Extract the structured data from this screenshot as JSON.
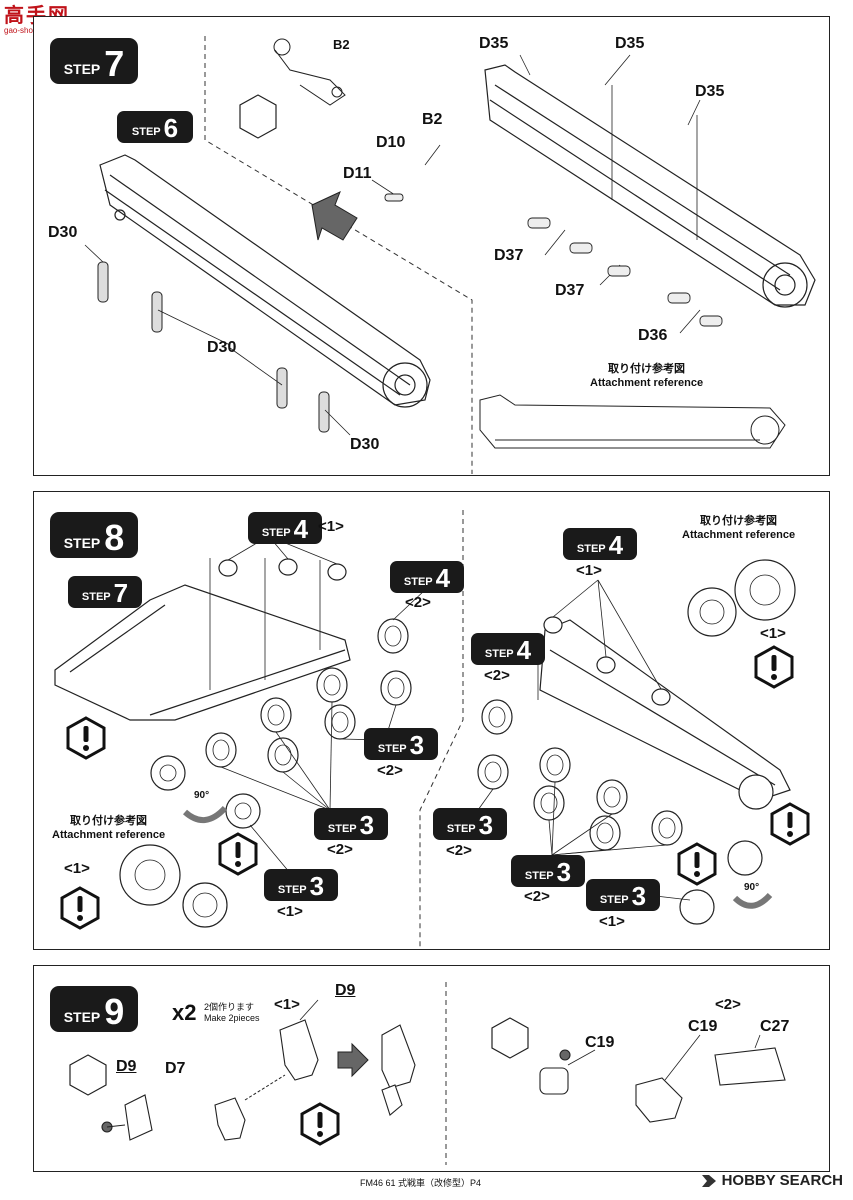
{
  "watermark": {
    "logo": "高手网",
    "url": "gao-shou.com"
  },
  "footer": {
    "text": "FM46 61 式戦車（改修型）P4",
    "brand": "HOBBY SEARCH"
  },
  "steps": {
    "step7": {
      "word": "STEP",
      "number": "7"
    },
    "step8": {
      "word": "STEP",
      "number": "8"
    },
    "step9": {
      "word": "STEP",
      "number": "9"
    }
  },
  "step7": {
    "ref_step": {
      "word": "STEP",
      "number": "6"
    },
    "labels": {
      "b2_top": "B2",
      "b2_mid": "B2",
      "d10": "D10",
      "d11": "D11",
      "d30_a": "D30",
      "d30_b": "D30",
      "d30_c": "D30",
      "d35_a": "D35",
      "d35_b": "D35",
      "d35_c": "D35",
      "d37_a": "D37",
      "d37_b": "D37",
      "d36": "D36"
    },
    "attachment": {
      "jp": "取り付け参考図",
      "en": "Attachment reference"
    }
  },
  "step8": {
    "ref_step7": {
      "word": "STEP",
      "number": "7"
    },
    "left": {
      "step4_top": {
        "word": "STEP",
        "number": "4",
        "bracket": "<1>"
      },
      "step4_right": {
        "word": "STEP",
        "number": "4",
        "bracket": "<2>"
      },
      "step3_a": {
        "word": "STEP",
        "number": "3",
        "bracket": "<2>"
      },
      "step3_b": {
        "word": "STEP",
        "number": "3",
        "bracket": "<2>"
      },
      "step3_c": {
        "word": "STEP",
        "number": "3",
        "bracket": "<1>"
      },
      "rotation": "90°",
      "attachment": {
        "jp": "取り付け参考図",
        "en": "Attachment reference",
        "bracket": "<1>"
      }
    },
    "right": {
      "step4_top": {
        "word": "STEP",
        "number": "4",
        "bracket": "<1>"
      },
      "step4_left": {
        "word": "STEP",
        "number": "4",
        "bracket": "<2>"
      },
      "step3_a": {
        "word": "STEP",
        "number": "3",
        "bracket": "<2>"
      },
      "step3_b": {
        "word": "STEP",
        "number": "3",
        "bracket": "<2>"
      },
      "step3_c": {
        "word": "STEP",
        "number": "3",
        "bracket": "<1>"
      },
      "rotation": "90°",
      "attachment": {
        "jp": "取り付け参考図",
        "en": "Attachment reference",
        "bracket": "<1>"
      }
    }
  },
  "step9": {
    "multiplier": "x2",
    "make_jp": "2個作ります",
    "make_en": "Make 2pieces",
    "bracket1": "<1>",
    "bracket2": "<2>",
    "labels": {
      "d9_top": "D9",
      "d9_left": "D9",
      "d7": "D7",
      "c19_a": "C19",
      "c19_b": "C19",
      "c27": "C27"
    }
  }
}
